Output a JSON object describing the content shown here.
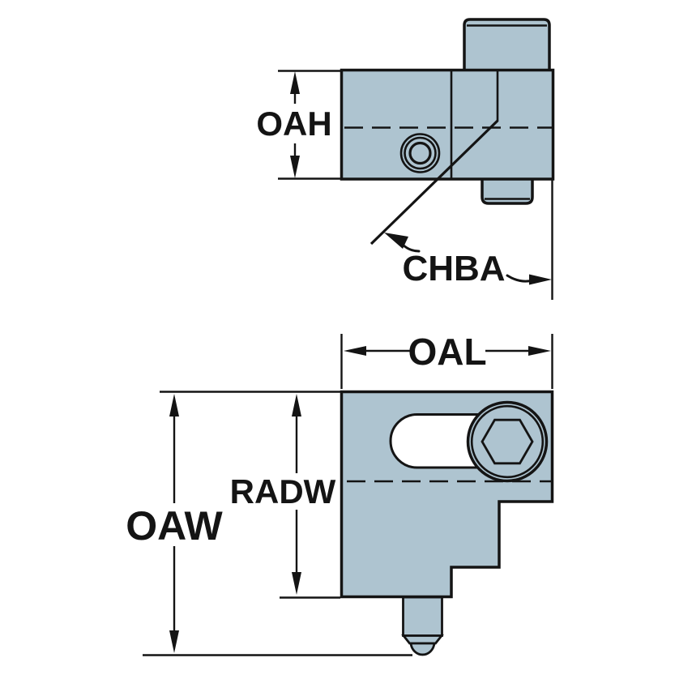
{
  "colors": {
    "background": "#ffffff",
    "part_fill": "#aec4d0",
    "hole_fill": "#ffffff",
    "line": "#141414"
  },
  "dimensions": {
    "oah": "OAH",
    "chba": "CHBA",
    "oal": "OAL",
    "radw": "RADW",
    "oaw": "OAW"
  }
}
